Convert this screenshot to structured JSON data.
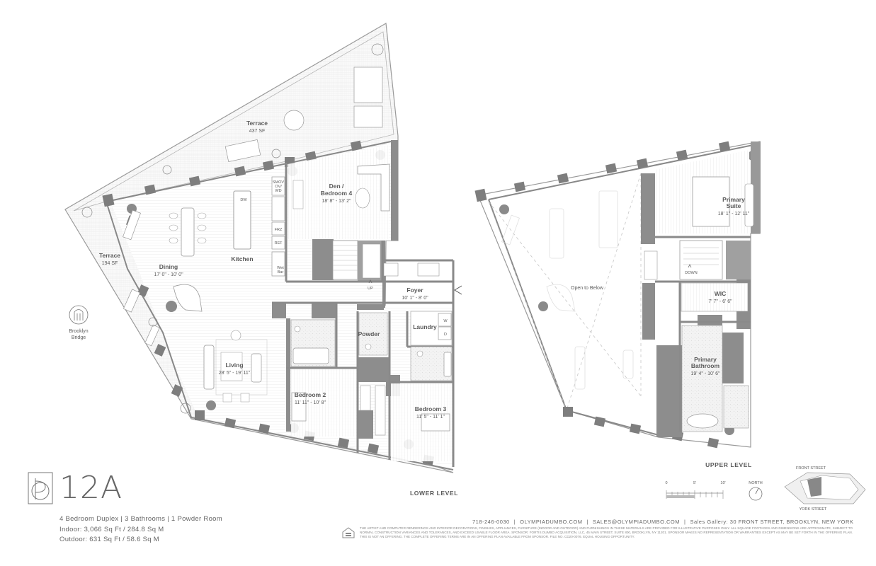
{
  "unit": {
    "number": "12A",
    "summary": "4 Bedroom Duplex  |  3 Bathrooms  |  1 Powder Room",
    "indoor": "Indoor: 3,066 Sq Ft / 284.8 Sq M",
    "outdoor": "Outdoor: 631 Sq Ft / 58.6 Sq M"
  },
  "lower_level": {
    "label": "LOWER LEVEL",
    "rooms": {
      "terrace_north": {
        "name": "Terrace",
        "dim": "437 SF"
      },
      "terrace_west": {
        "name": "Terrace",
        "dim": "194 SF"
      },
      "den": {
        "name1": "Den /",
        "name2": "Bedroom 4",
        "dim": "18' 8\" - 13' 2\""
      },
      "dining": {
        "name": "Dining",
        "dim": "17' 0\" - 10' 0\""
      },
      "kitchen": {
        "name": "Kitchen"
      },
      "living": {
        "name": "Living",
        "dim": "28' 5\" - 19' 11\""
      },
      "foyer": {
        "name": "Foyer",
        "dim": "10' 1\" - 8' 0\""
      },
      "powder": {
        "name": "Powder"
      },
      "laundry": {
        "name": "Laundry"
      },
      "bedroom2": {
        "name": "Bedroom 2",
        "dim": "11' 11\" - 10' 8\""
      },
      "bedroom3": {
        "name": "Bedroom 3",
        "dim": "11' 5\" - 11' 1\""
      }
    },
    "appliances": {
      "smov": "SMOV",
      "ov": "OV/",
      "wd": "WD",
      "dw": "DW",
      "frz": "FRZ",
      "ref": "REF",
      "wet": "Wet",
      "bar": "Bar",
      "w": "W",
      "d": "D"
    },
    "up": "UP"
  },
  "upper_level": {
    "label": "UPPER LEVEL",
    "open_to_below": "Open to Below",
    "down": "DOWN",
    "rooms": {
      "primary_suite": {
        "name1": "Primary",
        "name2": "Suite",
        "dim": "18' 1\" - 12' 11\""
      },
      "wic": {
        "name": "WIC",
        "dim": "7' 7\" - 6' 6\""
      },
      "primary_bath": {
        "name1": "Primary",
        "name2": "Bathroom",
        "dim": "19' 4\" - 10' 6\""
      }
    }
  },
  "landmark": {
    "name1": "Brooklyn",
    "name2": "Bridge"
  },
  "scale": {
    "t0": "0",
    "t5": "5'",
    "t10": "10'"
  },
  "north": "NORTH",
  "keyplan": {
    "front_street": "FRONT STREET",
    "york_street": "YORK STREET"
  },
  "contact": {
    "phone": "718-246-0030",
    "web": "OLYMPIADUMBO.COM",
    "email": "SALES@OLYMPIADUMBO.COM",
    "gallery_label": "Sales Gallery:",
    "gallery_addr": "30 FRONT STREET, BROOKLYN, NEW YORK"
  },
  "legal": "THE ARTIST AND COMPUTER RENDERINGS AND INTERIOR DECORATIONS, FINISHES, APPLIANCES, FURNITURE (INDOOR AND OUTDOOR) AND FURNISHINGS IN THESE MATERIALS ARE PROVIDED FOR ILLUSTRATIVE PURPOSES ONLY. ALL SQUARE FOOTAGES AND DIMENSIONS ARE APPROXIMATE, SUBJECT TO NORMAL CONSTRUCTION VARIANCES AND TOLERANCES, AND EXCEED USABLE FLOOR AREA. SPONSOR: FORTIS DUMBO ACQUISITION, LLC, 45 MAIN STREET, SUITE 800, BROOKLYN, NY 11201. SPONSOR MAKES NO REPRESENTATION OR WARRANTIES EXCEPT AS MAY BE SET FORTH IN THE OFFERING PLAN. THIS IS NOT AN OFFERING. THE COMPLETE OFFERING TERMS ARE IN AN OFFERING PLAN AVAILABLE FROM SPONSOR. FILE NO. CD20-0076. EQUAL HOUSING OPPORTUNITY."
}
